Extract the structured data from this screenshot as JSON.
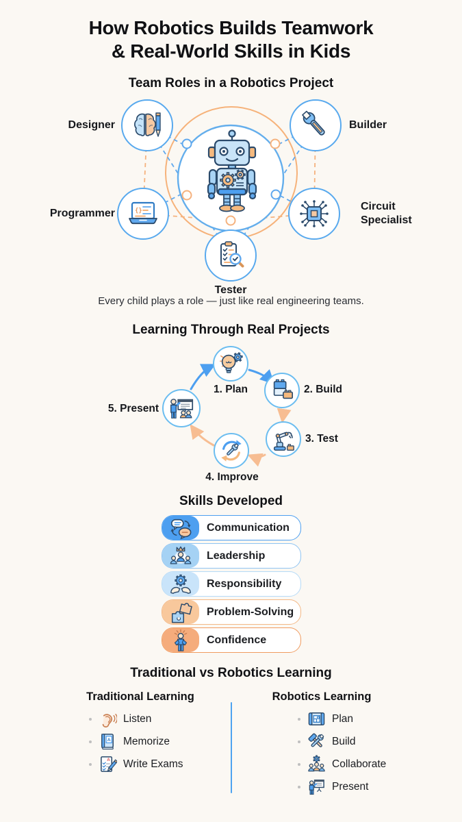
{
  "page": {
    "title_line1": "How Robotics Builds Teamwork",
    "title_line2": "& Real-World Skills in Kids",
    "background": "#FBF8F3"
  },
  "colors": {
    "blue": "#4D9FF0",
    "blue_light": "#A9D4F5",
    "orange": "#F5A868",
    "orange_light": "#F8C89C",
    "outline": "#2B4A6B",
    "divider_blue": "#4DA3F0"
  },
  "team_roles": {
    "title": "Team Roles in a Robotics Project",
    "caption": "Every child plays a role — just like real engineering teams.",
    "center_icon": "robot-icon",
    "roles": [
      {
        "label": "Designer",
        "icon": "brain-pencil-icon"
      },
      {
        "label": "Builder",
        "icon": "wrench-icon"
      },
      {
        "label": "Programmer",
        "icon": "laptop-code-icon"
      },
      {
        "label": "Circuit Specialist",
        "icon": "circuit-chip-icon"
      },
      {
        "label": "Tester",
        "icon": "clipboard-magnifier-icon"
      }
    ]
  },
  "learning_cycle": {
    "title": "Learning Through Real Projects",
    "steps": [
      {
        "label": "1. Plan",
        "icon": "bulb-gear-icon"
      },
      {
        "label": "2. Build",
        "icon": "bricks-icon"
      },
      {
        "label": "3. Test",
        "icon": "robot-arm-icon"
      },
      {
        "label": "4. Improve",
        "icon": "cycle-wrench-icon"
      },
      {
        "label": "5. Present",
        "icon": "presenter-icon"
      }
    ]
  },
  "skills": {
    "title": "Skills Developed",
    "items": [
      {
        "label": "Communication",
        "icon": "speech-bubbles-icon",
        "icon_bg": "#4D9FF0",
        "border": "#4D9FF0"
      },
      {
        "label": "Leadership",
        "icon": "crown-person-icon",
        "icon_bg": "#A5D2F4",
        "border": "#8FC4F2"
      },
      {
        "label": "Responsibility",
        "icon": "hands-gear-icon",
        "icon_bg": "#C9E4FA",
        "border": "#B5DAF7"
      },
      {
        "label": "Problem-Solving",
        "icon": "puzzle-icon",
        "icon_bg": "#F8C89C",
        "border": "#F3B784"
      },
      {
        "label": "Confidence",
        "icon": "confident-person-icon",
        "icon_bg": "#F5AC7C",
        "border": "#F09B5F"
      }
    ]
  },
  "comparison": {
    "title": "Traditional vs Robotics Learning",
    "left": {
      "heading": "Traditional Learning",
      "items": [
        {
          "label": "Listen",
          "icon": "ear-icon"
        },
        {
          "label": "Memorize",
          "icon": "book-icon"
        },
        {
          "label": "Write Exams",
          "icon": "exam-paper-icon"
        }
      ]
    },
    "right": {
      "heading": "Robotics Learning",
      "items": [
        {
          "label": "Plan",
          "icon": "blueprint-icon"
        },
        {
          "label": "Build",
          "icon": "hammer-wrench-icon"
        },
        {
          "label": "Collaborate",
          "icon": "people-gear-icon"
        },
        {
          "label": "Present",
          "icon": "person-board-icon"
        }
      ]
    }
  }
}
